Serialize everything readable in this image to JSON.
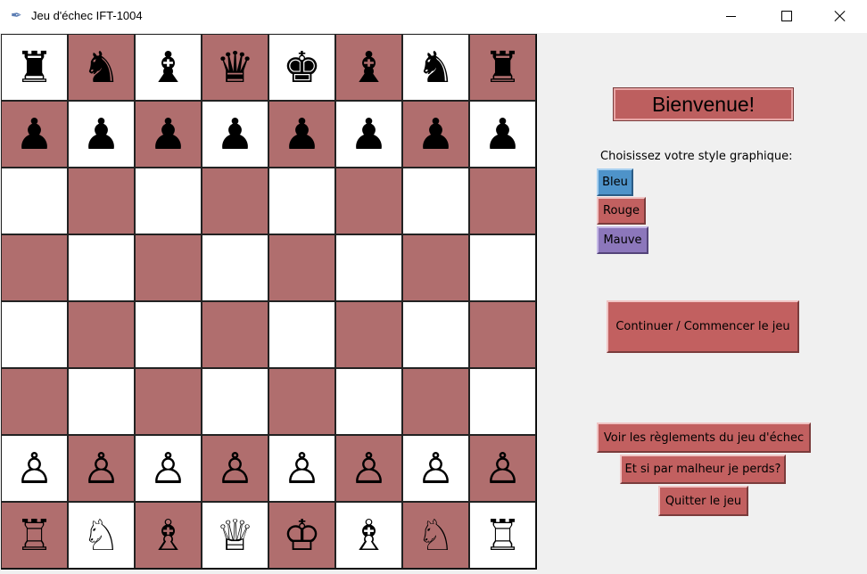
{
  "window": {
    "title": "Jeu d'échec IFT-1004",
    "icon": "feather-icon"
  },
  "board": {
    "colors": {
      "light": "#ffffff",
      "dark": "#b06e6e"
    },
    "rows": [
      [
        "♜",
        "♞",
        "♝",
        "♛",
        "♚",
        "♝",
        "♞",
        "♜"
      ],
      [
        "♟",
        "♟",
        "♟",
        "♟",
        "♟",
        "♟",
        "♟",
        "♟"
      ],
      [
        "",
        "",
        "",
        "",
        "",
        "",
        "",
        ""
      ],
      [
        "",
        "",
        "",
        "",
        "",
        "",
        "",
        ""
      ],
      [
        "",
        "",
        "",
        "",
        "",
        "",
        "",
        ""
      ],
      [
        "",
        "",
        "",
        "",
        "",
        "",
        "",
        ""
      ],
      [
        "♙",
        "♙",
        "♙",
        "♙",
        "♙",
        "♙",
        "♙",
        "♙"
      ],
      [
        "♖",
        "♘",
        "♗",
        "♕",
        "♔",
        "♗",
        "♘",
        "♖"
      ]
    ]
  },
  "panel": {
    "welcome": "Bienvenue!",
    "style_label": "Choisissez votre style graphique:",
    "style_buttons": {
      "blue": "Bleu",
      "red": "Rouge",
      "purple": "Mauve"
    },
    "start_button": "Continuer / Commencer le jeu",
    "rules_button": "Voir les règlements du jeu d'échec",
    "lose_button": "Et si par malheur je perds?",
    "quit_button": "Quitter le jeu"
  },
  "colors": {
    "accent_red": "#c26060",
    "blue": "#4e93c9",
    "purple": "#8c77bb"
  }
}
